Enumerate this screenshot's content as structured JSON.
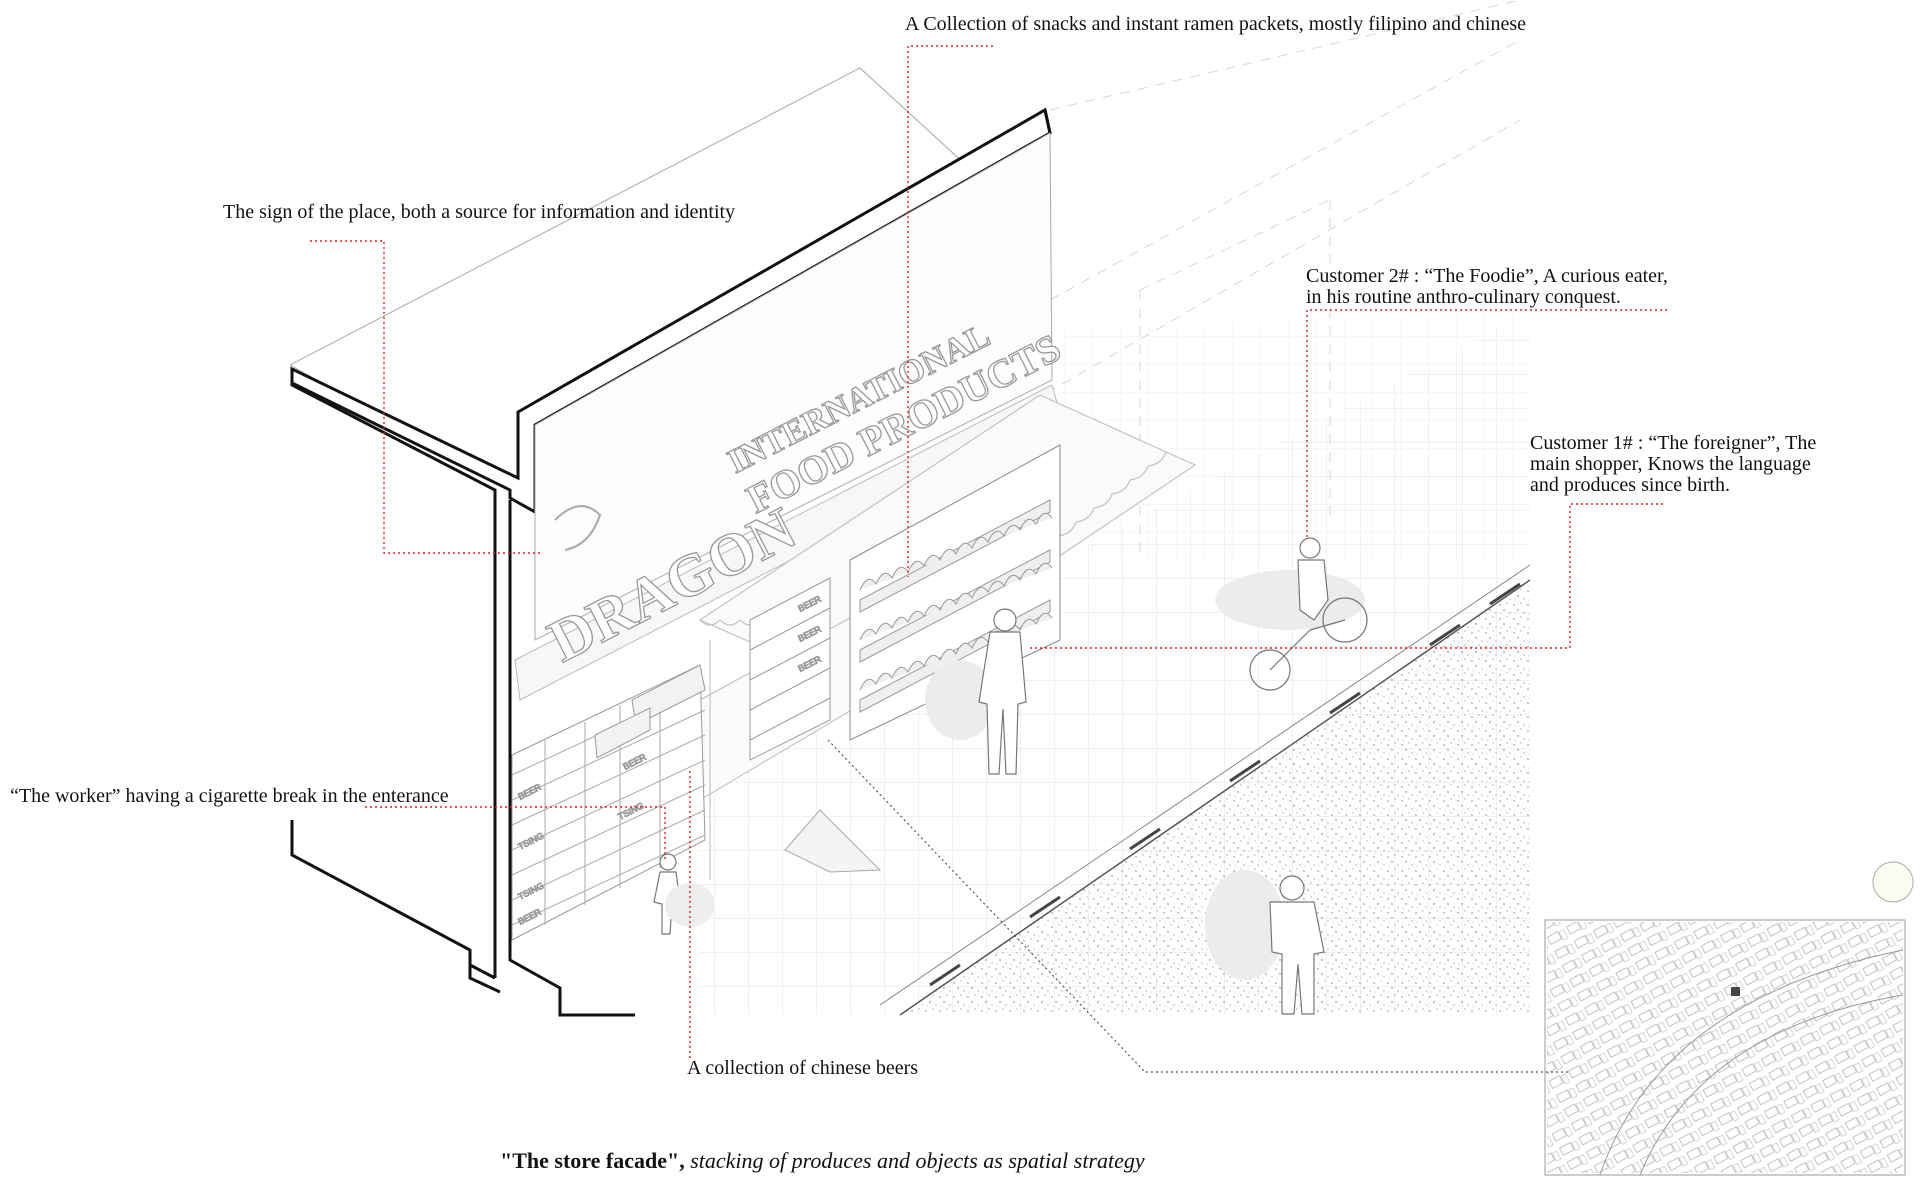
{
  "annotations": {
    "snacks": "A Collection of snacks and instant ramen packets,  mostly filipino and chinese",
    "sign": "The sign of the place, both a source for information and identity",
    "customer2_line1": "Customer 2# : “The Foodie”,  A curious eater,",
    "customer2_line2": " in his routine anthro-culinary conquest.",
    "customer1_line1": "Customer 1# : “The foreigner”, The",
    "customer1_line2": "main shopper, Knows the language",
    "customer1_line3": "and produces since birth.",
    "worker": "“The worker” having a cigarette break in the enterance",
    "beers": "A collection of chinese beers"
  },
  "caption": {
    "title": "\"The store facade\",",
    "subtitle": "stacking of produces and objects as spatial strategy"
  },
  "sign": {
    "line1": "INTERNATIONAL",
    "line2": "FOOD PRODUCTS",
    "brand": "DRAGON"
  },
  "labels": {
    "beer": "BEER",
    "tsing": "TSING"
  },
  "colors": {
    "leader": "#e02020",
    "ink": "#111111",
    "grid": "#d8d8d8"
  }
}
